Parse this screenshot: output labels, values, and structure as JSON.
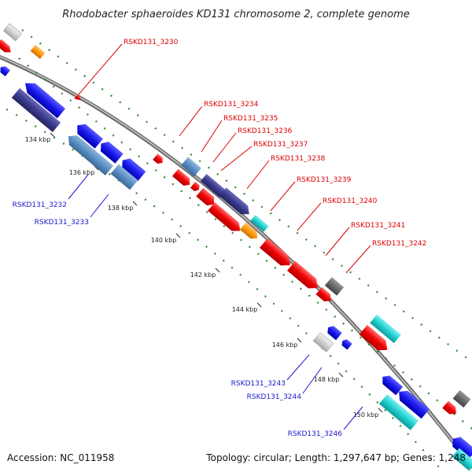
{
  "title": "Rhodobacter sphaeroides KD131 chromosome 2, complete genome",
  "footer": {
    "accession": "Accession: NC_011958",
    "summary": "Topology: circular; Length: 1,297,647 bp; Genes: 1,248"
  },
  "colors": {
    "backbone": "#8c8c8c",
    "dots": "#2a8a2a",
    "plus_label": "#dd0000",
    "minus_label": "#1a1acc"
  },
  "ticks": [
    "134 kbp",
    "136 kbp",
    "138 kbp",
    "140 kbp",
    "142 kbp",
    "144 kbp",
    "146 kbp",
    "148 kbp",
    "150 kbp"
  ],
  "genes_top": [
    {
      "name": "RSKD131_3230"
    },
    {
      "name": "RSKD131_3234"
    },
    {
      "name": "RSKD131_3235"
    },
    {
      "name": "RSKD131_3236"
    },
    {
      "name": "RSKD131_3237"
    },
    {
      "name": "RSKD131_3238"
    },
    {
      "name": "RSKD131_3239"
    },
    {
      "name": "RSKD131_3240"
    },
    {
      "name": "RSKD131_3241"
    },
    {
      "name": "RSKD131_3242"
    }
  ],
  "genes_bottom": [
    {
      "name": "RSKD131_3232"
    },
    {
      "name": "RSKD131_3233"
    },
    {
      "name": "RSKD131_3243"
    },
    {
      "name": "RSKD131_3244"
    },
    {
      "name": "RSKD131_3246"
    }
  ]
}
